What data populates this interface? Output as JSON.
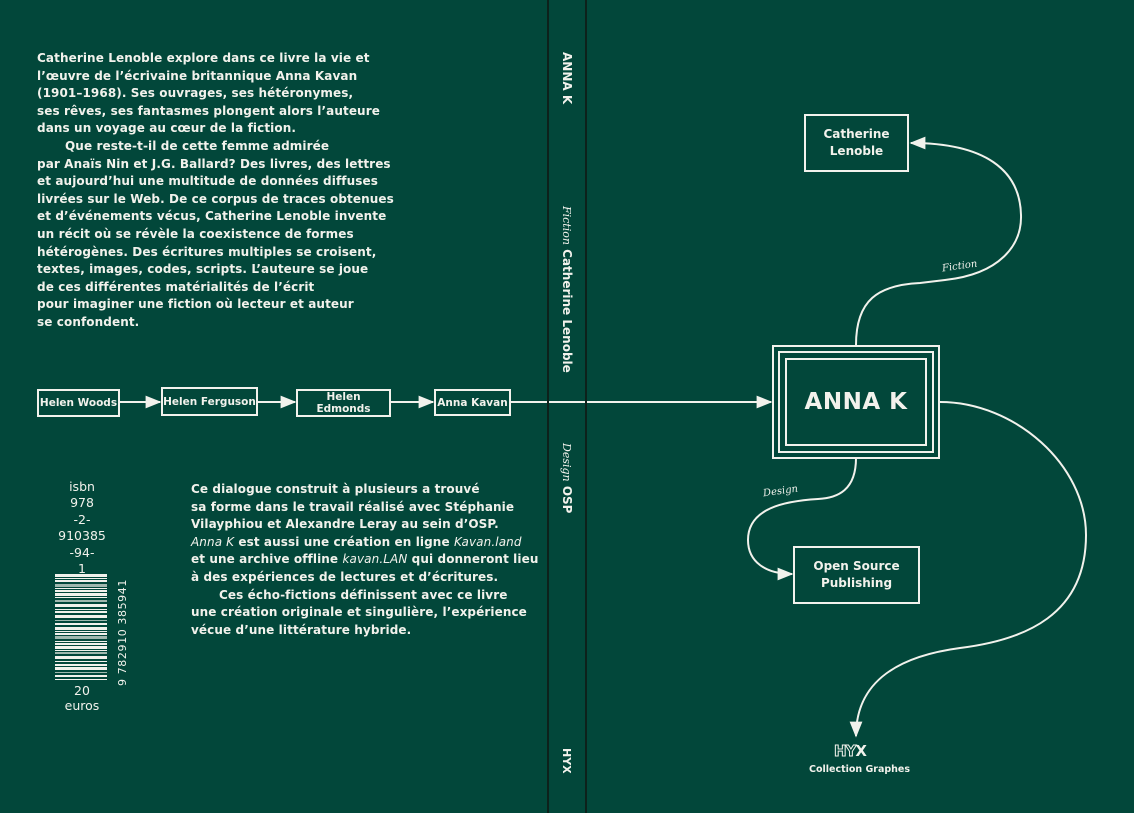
{
  "back_cover": {
    "summary_lines": [
      "Catherine Lenoble explore dans ce livre la vie et",
      "l’œuvre de l’écrivaine britannique Anna Kavan",
      "(1901–1968). Ses ouvrages, ses hétéronymes,",
      "ses rêves, ses fantasmes plongent alors l’auteure",
      "dans un voyage au cœur de la fiction.",
      "Que reste-t-il de cette femme admirée",
      "par Anaïs Nin et J.G. Ballard? Des livres, des lettres",
      "et aujourd’hui une multitude de données diffuses",
      "livrées sur le Web. De ce corpus de traces obtenues",
      "et d’événements vécus, Catherine Lenoble invente",
      "un récit où se révèle la coexistence de formes",
      "hétérogènes. Des écritures multiples se croisent,",
      "textes, images, codes, scripts. L’auteure se joue",
      "de ces différentes matérialités de l’écrit",
      "pour imaginer une fiction où lecteur et auteur",
      "se confondent."
    ],
    "pseudonym_chain": [
      "Helen Woods",
      "Helen Ferguson",
      "Helen Edmonds",
      "Anna Kavan"
    ],
    "credits": {
      "l1": "Ce dialogue construit à plusieurs a trouvé",
      "l2": "sa forme dans le travail réalisé avec Stéphanie",
      "l3": "Vilayphiou et Alexandre Leray au sein d’OSP.",
      "l4a": "Anna K",
      "l4b": " est aussi une création en ligne ",
      "l4c": "Kavan.land",
      "l5a": "et une archive offline ",
      "l5b": "kavan.LAN",
      "l5c": " qui donneront lieu",
      "l6": "à des expériences de lectures et d’écritures.",
      "l7": "Ces écho-fictions définissent avec ce livre",
      "l8": "une création originale et singulière, l’expérience",
      "l9": "vécue d’une littérature hybride."
    },
    "isbn_lines": [
      "isbn",
      "978",
      "-2-",
      "910385",
      "-94-",
      "1"
    ],
    "barcode_digits": "9 782910 385941",
    "price_lines": [
      "20",
      "euros"
    ]
  },
  "spine": {
    "title": "ANNA K",
    "genre": "Fiction",
    "author": "Catherine Lenoble",
    "design_label": "Design",
    "designer": "OSP",
    "logo": "HYX"
  },
  "front_cover": {
    "title": "ANNA K",
    "author_box": [
      "Catherine",
      "Lenoble"
    ],
    "designer_box": [
      "Open Source",
      "Publishing"
    ],
    "fiction_label": "Fiction",
    "design_label": "Design",
    "logo": {
      "outline": "HY",
      "solid": "X"
    },
    "collection": "Collection Graphes"
  },
  "colors": {
    "background": "#02473a",
    "ink": "#f2f2ec",
    "spine_rule": "#0d211b"
  }
}
